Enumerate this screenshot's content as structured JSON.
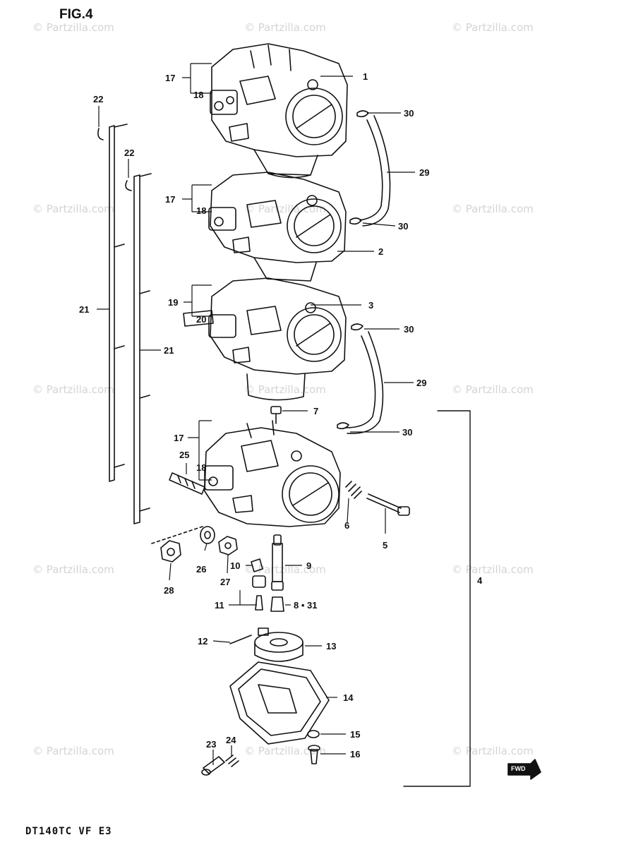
{
  "figure": {
    "title": "FIG.4",
    "model_code": "DT140TC VF E3"
  },
  "watermark": "© Partzilla.com",
  "fwd_mark": "FWD",
  "callouts": {
    "c17a": "17",
    "c18a": "18",
    "c1": "1",
    "c30a": "30",
    "c29a": "29",
    "c22a": "22",
    "c22b": "22",
    "c17b": "17",
    "c18b": "18",
    "c30b": "30",
    "c2": "2",
    "c19": "19",
    "c20": "20",
    "c3": "3",
    "c30c": "30",
    "c21a": "21",
    "c21b": "21",
    "c29b": "29",
    "c7": "7",
    "c30d": "30",
    "c17c": "17",
    "c25": "25",
    "c18c": "18",
    "c6": "6",
    "c5": "5",
    "c26": "26",
    "c28": "28",
    "c27": "27",
    "c10": "10",
    "c9": "9",
    "c4": "4",
    "c11": "11",
    "c8_31": "8 • 31",
    "c12": "12",
    "c13": "13",
    "c14": "14",
    "c15": "15",
    "c23": "23",
    "c24": "24",
    "c16": "16"
  }
}
